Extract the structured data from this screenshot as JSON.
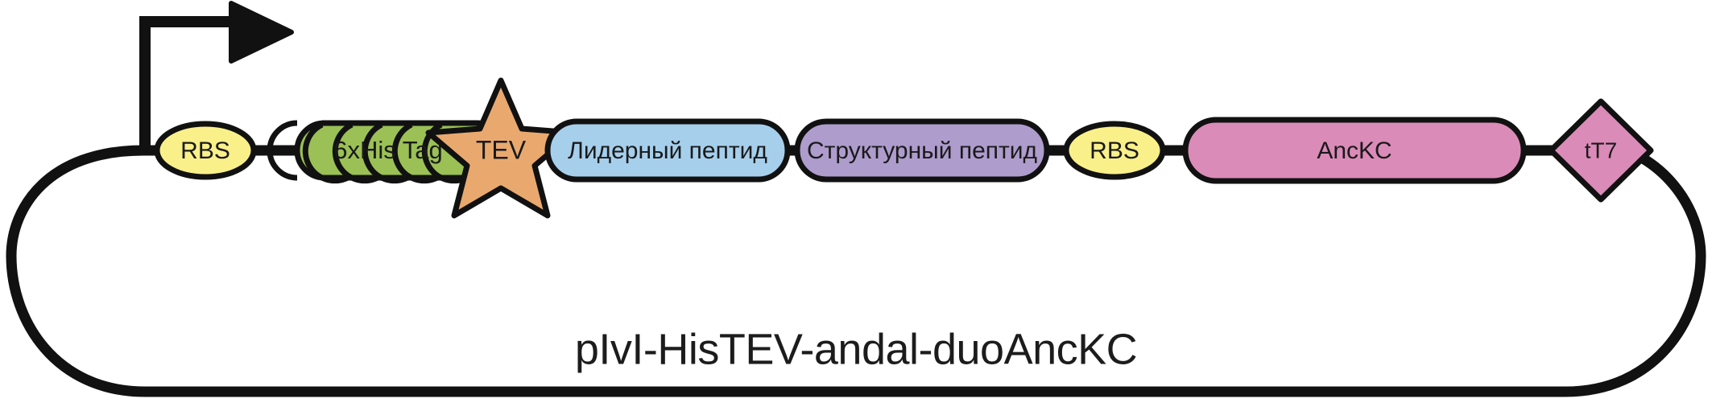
{
  "diagram": {
    "type": "plasmid-map",
    "plasmid_name": "pIvI-HisTEV-andal-duoAncKC",
    "backbone_color": "#111111",
    "background": "#ffffff"
  },
  "promoter": {
    "name": "promoter-arrow",
    "label": "",
    "color": "#111111"
  },
  "features": [
    {
      "id": "rbs-1",
      "label": "RBS",
      "shape": "ellipse",
      "fill": "#FAF08A",
      "stroke": "#111111",
      "text_color": "#1a1a1a"
    },
    {
      "id": "his-tag",
      "label": "6xHis Tag",
      "shape": "helix",
      "fill": "#9BC055",
      "stroke": "#111111",
      "text_color": "#1a1a1a"
    },
    {
      "id": "tev",
      "label": "TEV",
      "shape": "star",
      "fill": "#E9A96E",
      "stroke": "#111111",
      "text_color": "#1a1a1a"
    },
    {
      "id": "leader-peptide",
      "label": "Лидерный пептид",
      "shape": "rounded-rect",
      "fill": "#A6CFEC",
      "stroke": "#111111",
      "text_color": "#1a1a1a"
    },
    {
      "id": "structural-peptide",
      "label": "Структурный пептид",
      "shape": "rounded-rect",
      "fill": "#AE9CCD",
      "stroke": "#111111",
      "text_color": "#1a1a1a"
    },
    {
      "id": "rbs-2",
      "label": "RBS",
      "shape": "ellipse",
      "fill": "#FAF08A",
      "stroke": "#111111",
      "text_color": "#1a1a1a"
    },
    {
      "id": "anckc",
      "label": "AncKC",
      "shape": "rounded-rect",
      "fill": "#DB8BB8",
      "stroke": "#111111",
      "text_color": "#1a1a1a"
    },
    {
      "id": "tt7",
      "label": "tT7",
      "shape": "diamond",
      "fill": "#DB8BB8",
      "stroke": "#111111",
      "text_color": "#1a1a1a"
    }
  ]
}
